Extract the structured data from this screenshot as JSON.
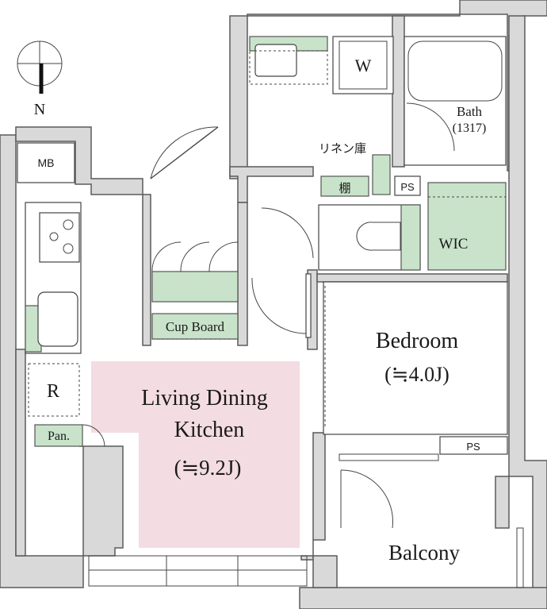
{
  "compass": {
    "north_label": "N"
  },
  "rooms": {
    "mb": "MB",
    "washer": "W",
    "bath_name": "Bath",
    "bath_size": "(1317)",
    "linen": "リネン庫",
    "shelf": "棚",
    "ps_upper": "PS",
    "wic": "WIC",
    "bedroom_name": "Bedroom",
    "bedroom_size": "(≒4.0J)",
    "cupboard": "Cup Board",
    "refrigerator": "R",
    "pantry": "Pan.",
    "ldk_line1": "Living Dining",
    "ldk_line2": "Kitchen",
    "ldk_size": "(≒9.2J)",
    "ps_lower": "PS",
    "balcony": "Balcony"
  },
  "colors": {
    "wall": "#d9d9d9",
    "storage": "#c8e3c9",
    "ldk_highlight": "#f3dce2"
  }
}
